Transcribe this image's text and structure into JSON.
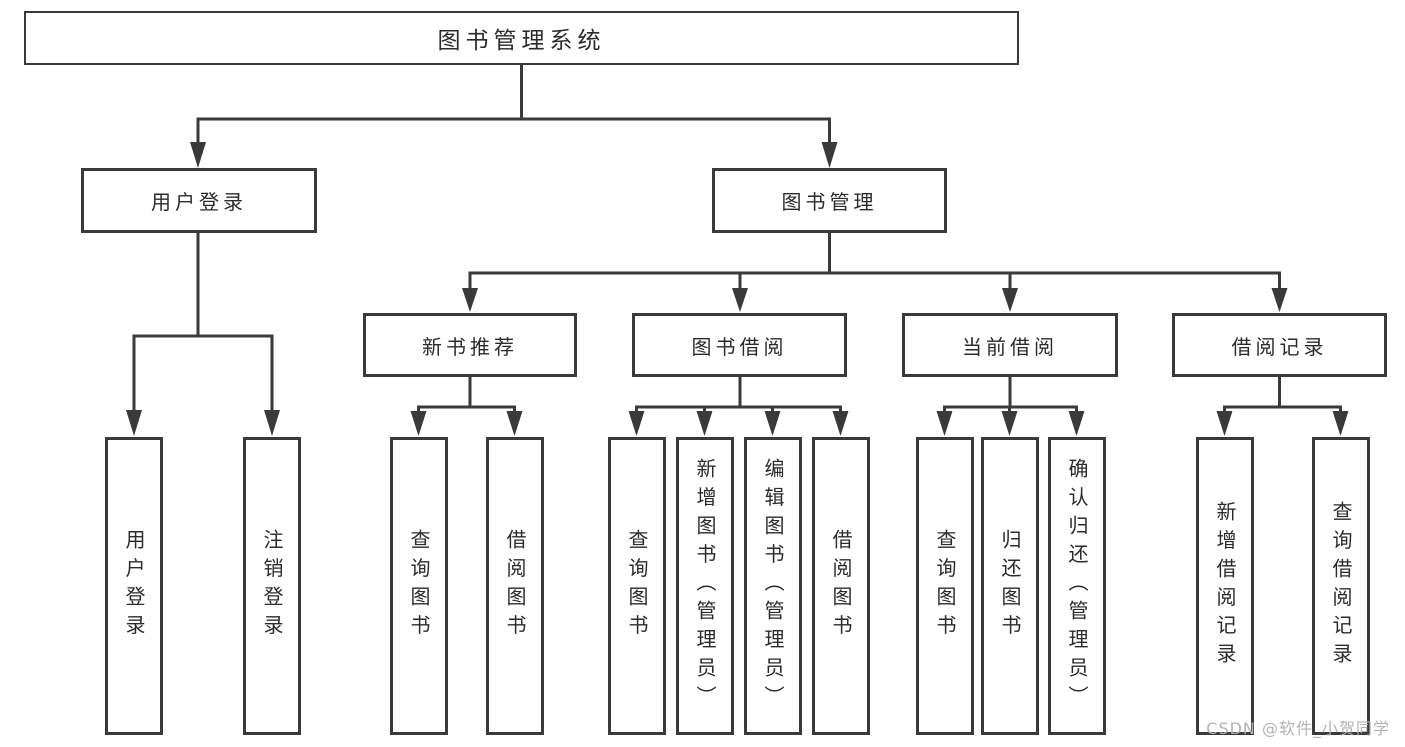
{
  "colors": {
    "line": "#3a3a3a",
    "text": "#2b2b2b",
    "background": "#ffffff",
    "watermark": "#b3b3b3"
  },
  "watermark": "CSDN @软件_小贺同学",
  "tree": {
    "root": "图书管理系统",
    "branches": [
      {
        "label": "用户登录",
        "children": [
          "用户登录",
          "注销登录"
        ]
      },
      {
        "label": "图书管理",
        "sections": [
          {
            "label": "新书推荐",
            "children": [
              "查询图书",
              "借阅图书"
            ]
          },
          {
            "label": "图书借阅",
            "children": [
              "查询图书",
              "新增图书（管理员）",
              "编辑图书（管理员）",
              "借阅图书"
            ]
          },
          {
            "label": "当前借阅",
            "children": [
              "查询图书",
              "归还图书",
              "确认归还（管理员）"
            ]
          },
          {
            "label": "借阅记录",
            "children": [
              "新增借阅记录",
              "查询借阅记录"
            ]
          }
        ]
      }
    ]
  }
}
